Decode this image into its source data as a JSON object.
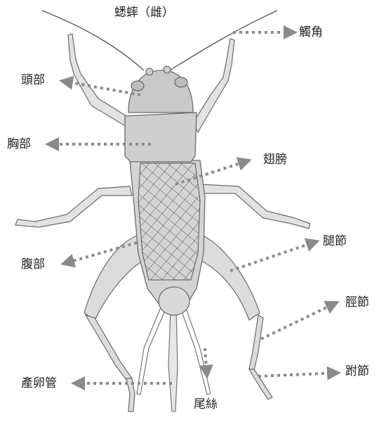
{
  "title": "蟋蟀（雌）",
  "labels": {
    "antenna": "觸角",
    "head": "頭部",
    "thorax": "胸部",
    "wing": "翅膀",
    "abdomen": "腹部",
    "femur": "腿節",
    "tibia": "脛節",
    "tarsus": "跗節",
    "ovipositor": "產卵管",
    "cercus": "尾絲"
  },
  "colors": {
    "arrow": "#8a8a8a",
    "outline": "#6b6b6b",
    "body_fill": "#d8d8d8",
    "text": "#222222"
  }
}
